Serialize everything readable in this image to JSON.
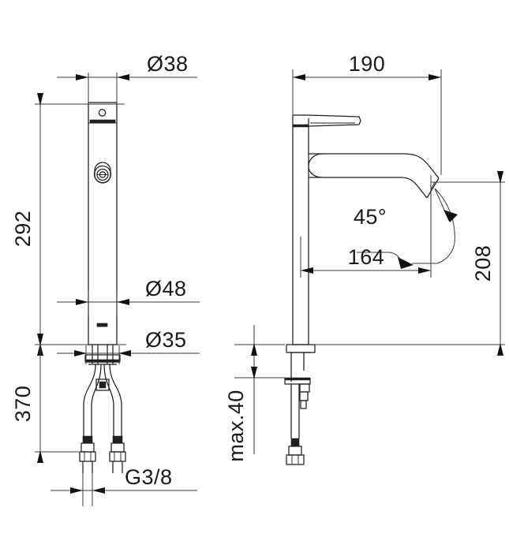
{
  "drawing": {
    "type": "technical-dimension-drawing",
    "subject": "single-lever tall basin mixer faucet",
    "units": "mm",
    "background_color": "#ffffff",
    "line_color": "#231f20",
    "dimension_color": "#3b3b3b",
    "views": [
      {
        "id": "front-view",
        "name": "Front view",
        "position": "left"
      },
      {
        "id": "side-view",
        "name": "Side view",
        "position": "right"
      }
    ]
  },
  "dimensions": {
    "front_view": {
      "diameter_top": "Ø38",
      "height_body": "292",
      "diameter_shank": "Ø48",
      "diameter_base": "Ø35",
      "height_total_below": "370",
      "thread": "G3/8"
    },
    "side_view": {
      "reach_total": "190",
      "spout_angle": "45°",
      "reach_outlet": "164",
      "height_spout": "208",
      "deck_thickness": "max.40"
    }
  },
  "labels": [
    {
      "id": "d38",
      "text": "Ø38",
      "view": "front-view",
      "orientation": "horizontal"
    },
    {
      "id": "h292",
      "text": "292",
      "view": "front-view",
      "orientation": "vertical"
    },
    {
      "id": "d48",
      "text": "Ø48",
      "view": "front-view",
      "orientation": "horizontal"
    },
    {
      "id": "d35",
      "text": "Ø35",
      "view": "front-view",
      "orientation": "horizontal"
    },
    {
      "id": "h370",
      "text": "370",
      "view": "front-view",
      "orientation": "vertical"
    },
    {
      "id": "g38",
      "text": "G3/8",
      "view": "front-view",
      "orientation": "horizontal"
    },
    {
      "id": "w190",
      "text": "190",
      "view": "side-view",
      "orientation": "horizontal"
    },
    {
      "id": "a45",
      "text": "45°",
      "view": "side-view",
      "orientation": "horizontal"
    },
    {
      "id": "w164",
      "text": "164",
      "view": "side-view",
      "orientation": "horizontal"
    },
    {
      "id": "h208",
      "text": "208",
      "view": "side-view",
      "orientation": "vertical"
    },
    {
      "id": "max40",
      "text": "max.40",
      "view": "side-view",
      "orientation": "vertical"
    }
  ]
}
